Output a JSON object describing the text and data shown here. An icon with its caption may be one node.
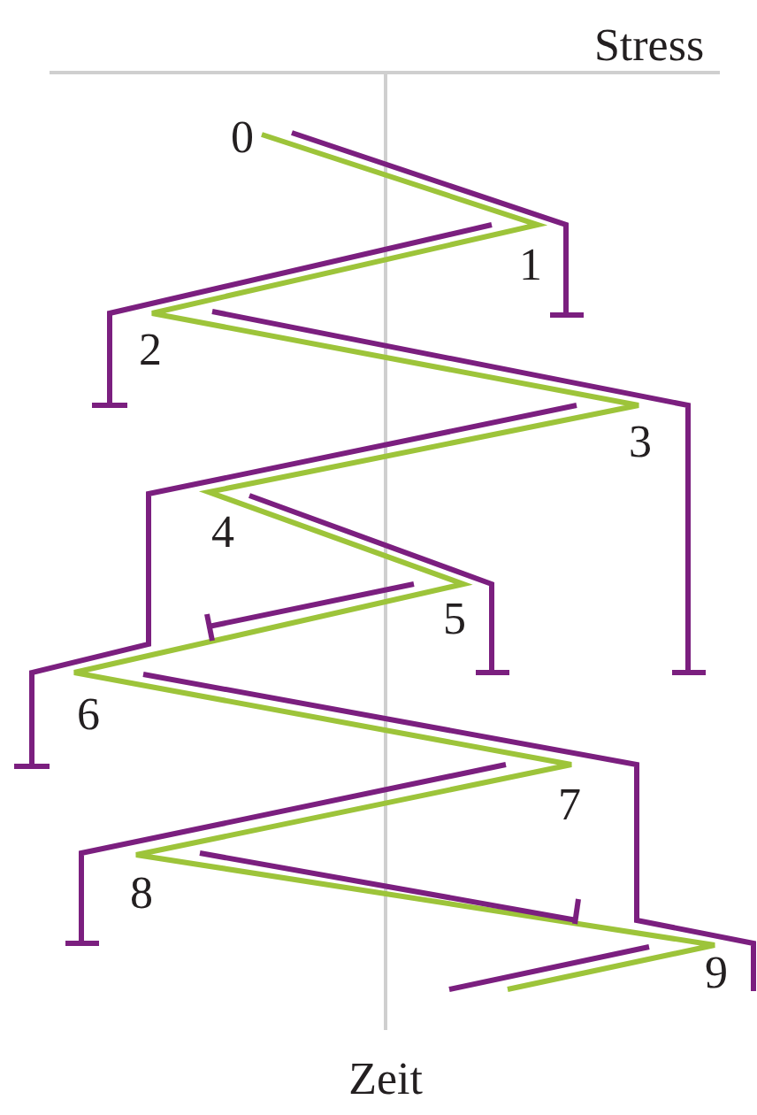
{
  "diagram": {
    "labels": [
      "Stress",
      "0",
      "1",
      "2",
      "3",
      "4",
      "5",
      "6",
      "7",
      "8",
      "9",
      "Zeit"
    ]
  }
}
